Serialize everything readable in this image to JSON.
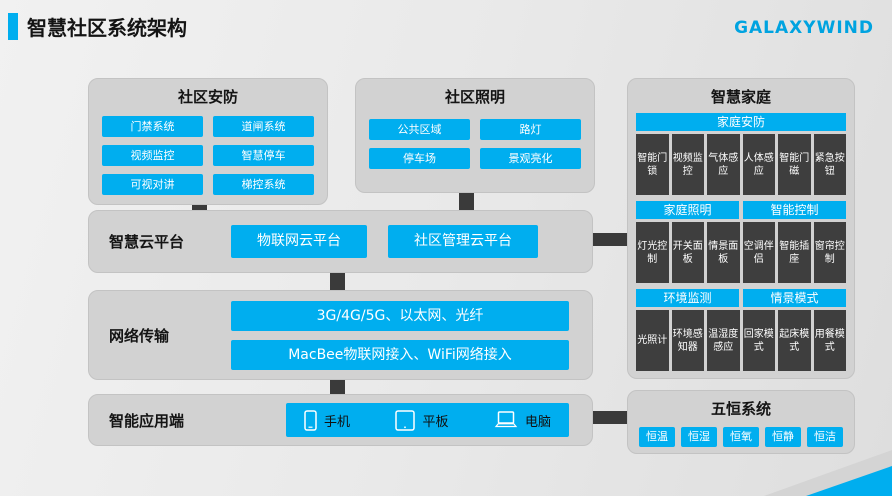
{
  "header": {
    "title": "智慧社区系统架构",
    "logo": "GALAXYWIND"
  },
  "panels": {
    "security": {
      "title": "社区安防",
      "items": [
        "门禁系统",
        "道闸系统",
        "视频监控",
        "智慧停车",
        "可视对讲",
        "梯控系统"
      ]
    },
    "lighting": {
      "title": "社区照明",
      "items": [
        "公共区域",
        "路灯",
        "停车场",
        "景观亮化"
      ]
    },
    "smart_home": {
      "title": "智慧家庭",
      "sections": [
        {
          "headers": [
            "家庭安防"
          ],
          "items": [
            "智能门锁",
            "视频监控",
            "气体感应",
            "人体感应",
            "智能门磁",
            "紧急按钮"
          ]
        },
        {
          "headers": [
            "家庭照明",
            "智能控制"
          ],
          "items": [
            "灯光控制",
            "开关面板",
            "情景面板",
            "空调伴侣",
            "智能插座",
            "窗帘控制"
          ]
        },
        {
          "headers": [
            "环境监测",
            "情景模式"
          ],
          "items": [
            "光照计",
            "环境感知器",
            "温湿度感应",
            "回家模式",
            "起床模式",
            "用餐模式"
          ]
        }
      ]
    },
    "cloud": {
      "title": "智慧云平台",
      "items": [
        "物联网云平台",
        "社区管理云平台"
      ]
    },
    "network": {
      "title": "网络传输",
      "items": [
        "3G/4G/5G、以太网、光纤",
        "MacBee物联网接入、WiFi网络接入"
      ]
    },
    "terminal": {
      "title": "智能应用端",
      "devices": [
        {
          "icon": "smartphone-icon",
          "label": "手机"
        },
        {
          "icon": "tablet-icon",
          "label": "平板"
        },
        {
          "icon": "laptop-icon",
          "label": "电脑"
        }
      ]
    },
    "five_constant": {
      "title": "五恒系统",
      "items": [
        "恒温",
        "恒湿",
        "恒氧",
        "恒静",
        "恒洁"
      ]
    }
  },
  "colors": {
    "accent": "#00aeef",
    "panel_bg": "#d2d2d2",
    "node_dark": "#3e3e3e",
    "connector": "#3a3a3a",
    "background": "#e9e9e9"
  }
}
